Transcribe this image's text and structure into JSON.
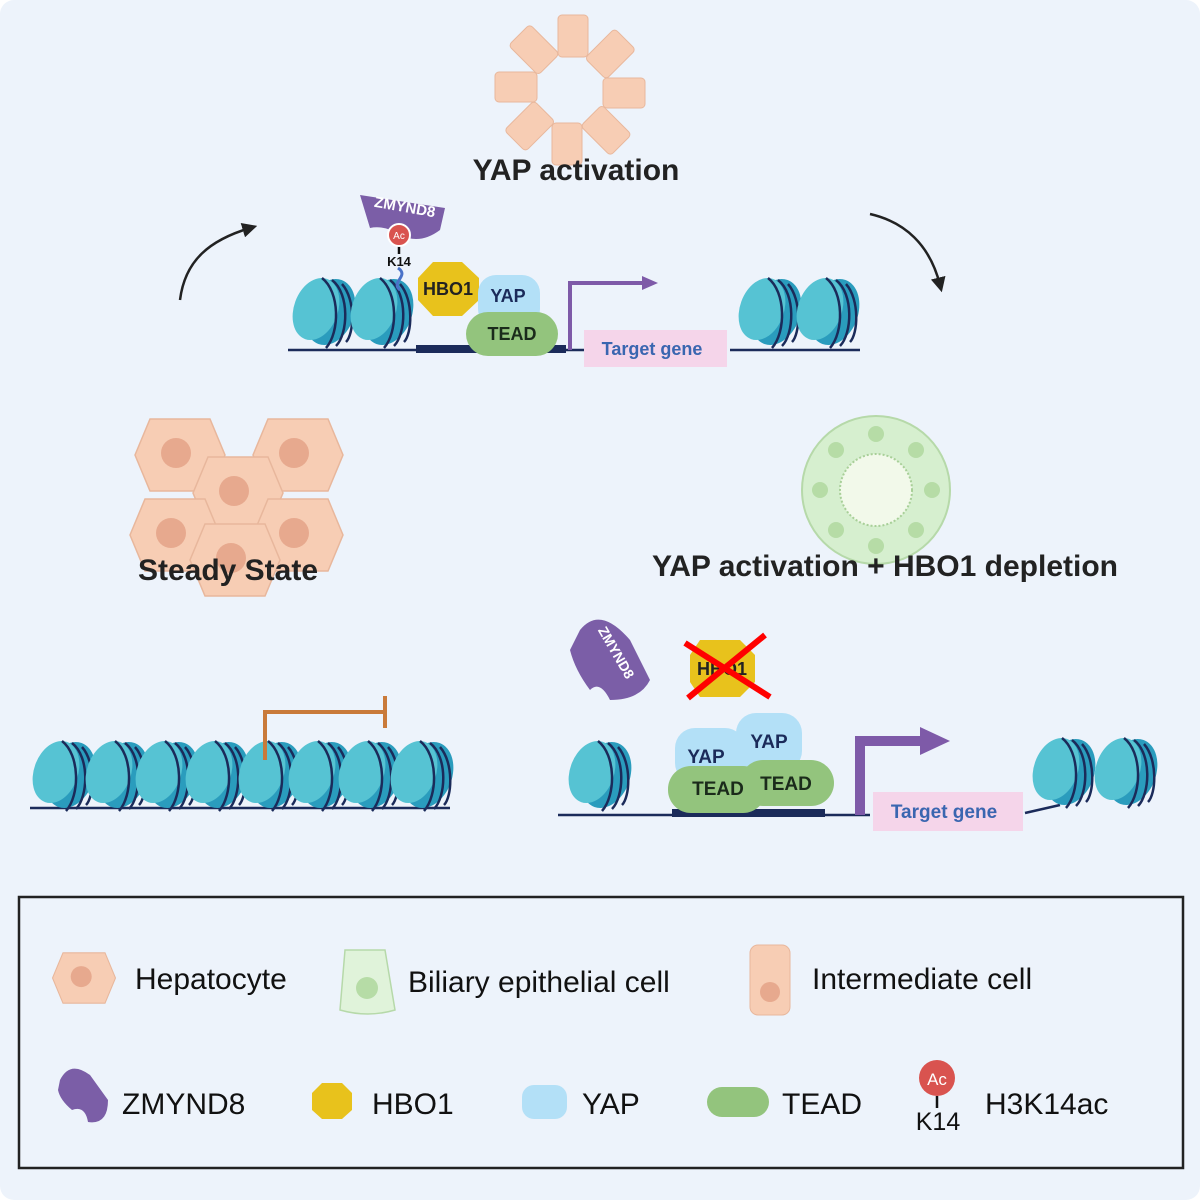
{
  "colors": {
    "background": "#edf3fb",
    "nucleosome": "#3db4cc",
    "zmynd8": "#7b5ea7",
    "hbo1": "#e8c21c",
    "yap": "#b3e0f7",
    "tead": "#93c47d",
    "target_gene_box": "#f5d5ea",
    "arrow": "#7e5aa8",
    "repress": "#c97a3a",
    "ac": "#d9534f",
    "cross": "#ff0000"
  },
  "top": {
    "title": "YAP activation",
    "zmynd8": "ZMYND8",
    "ac": "Ac",
    "k14": "K14",
    "hbo1": "HBO1",
    "yap": "YAP",
    "tead": "TEAD",
    "target_gene": "Target gene"
  },
  "left": {
    "title": "Steady State"
  },
  "right": {
    "title": "YAP activation + HBO1 depletion",
    "zmynd8": "ZMYND8",
    "hbo1": "HBO1",
    "yap1": "YAP",
    "yap2": "YAP",
    "tead1": "TEAD",
    "tead2": "TEAD",
    "target_gene": "Target gene"
  },
  "legend": {
    "items": [
      {
        "icon": "hepatocyte-icon",
        "label": "Hepatocyte"
      },
      {
        "icon": "biliary-cell-icon",
        "label": "Biliary epithelial cell"
      },
      {
        "icon": "intermediate-cell-icon",
        "label": "Intermediate cell"
      },
      {
        "icon": "zmynd8-icon",
        "label": "ZMYND8"
      },
      {
        "icon": "hbo1-icon",
        "label": "HBO1"
      },
      {
        "icon": "yap-icon",
        "label": "YAP"
      },
      {
        "icon": "tead-icon",
        "label": "TEAD"
      },
      {
        "icon": "h3k14ac-icon",
        "label": "H3K14ac",
        "ac": "Ac",
        "k14": "K14"
      }
    ]
  }
}
